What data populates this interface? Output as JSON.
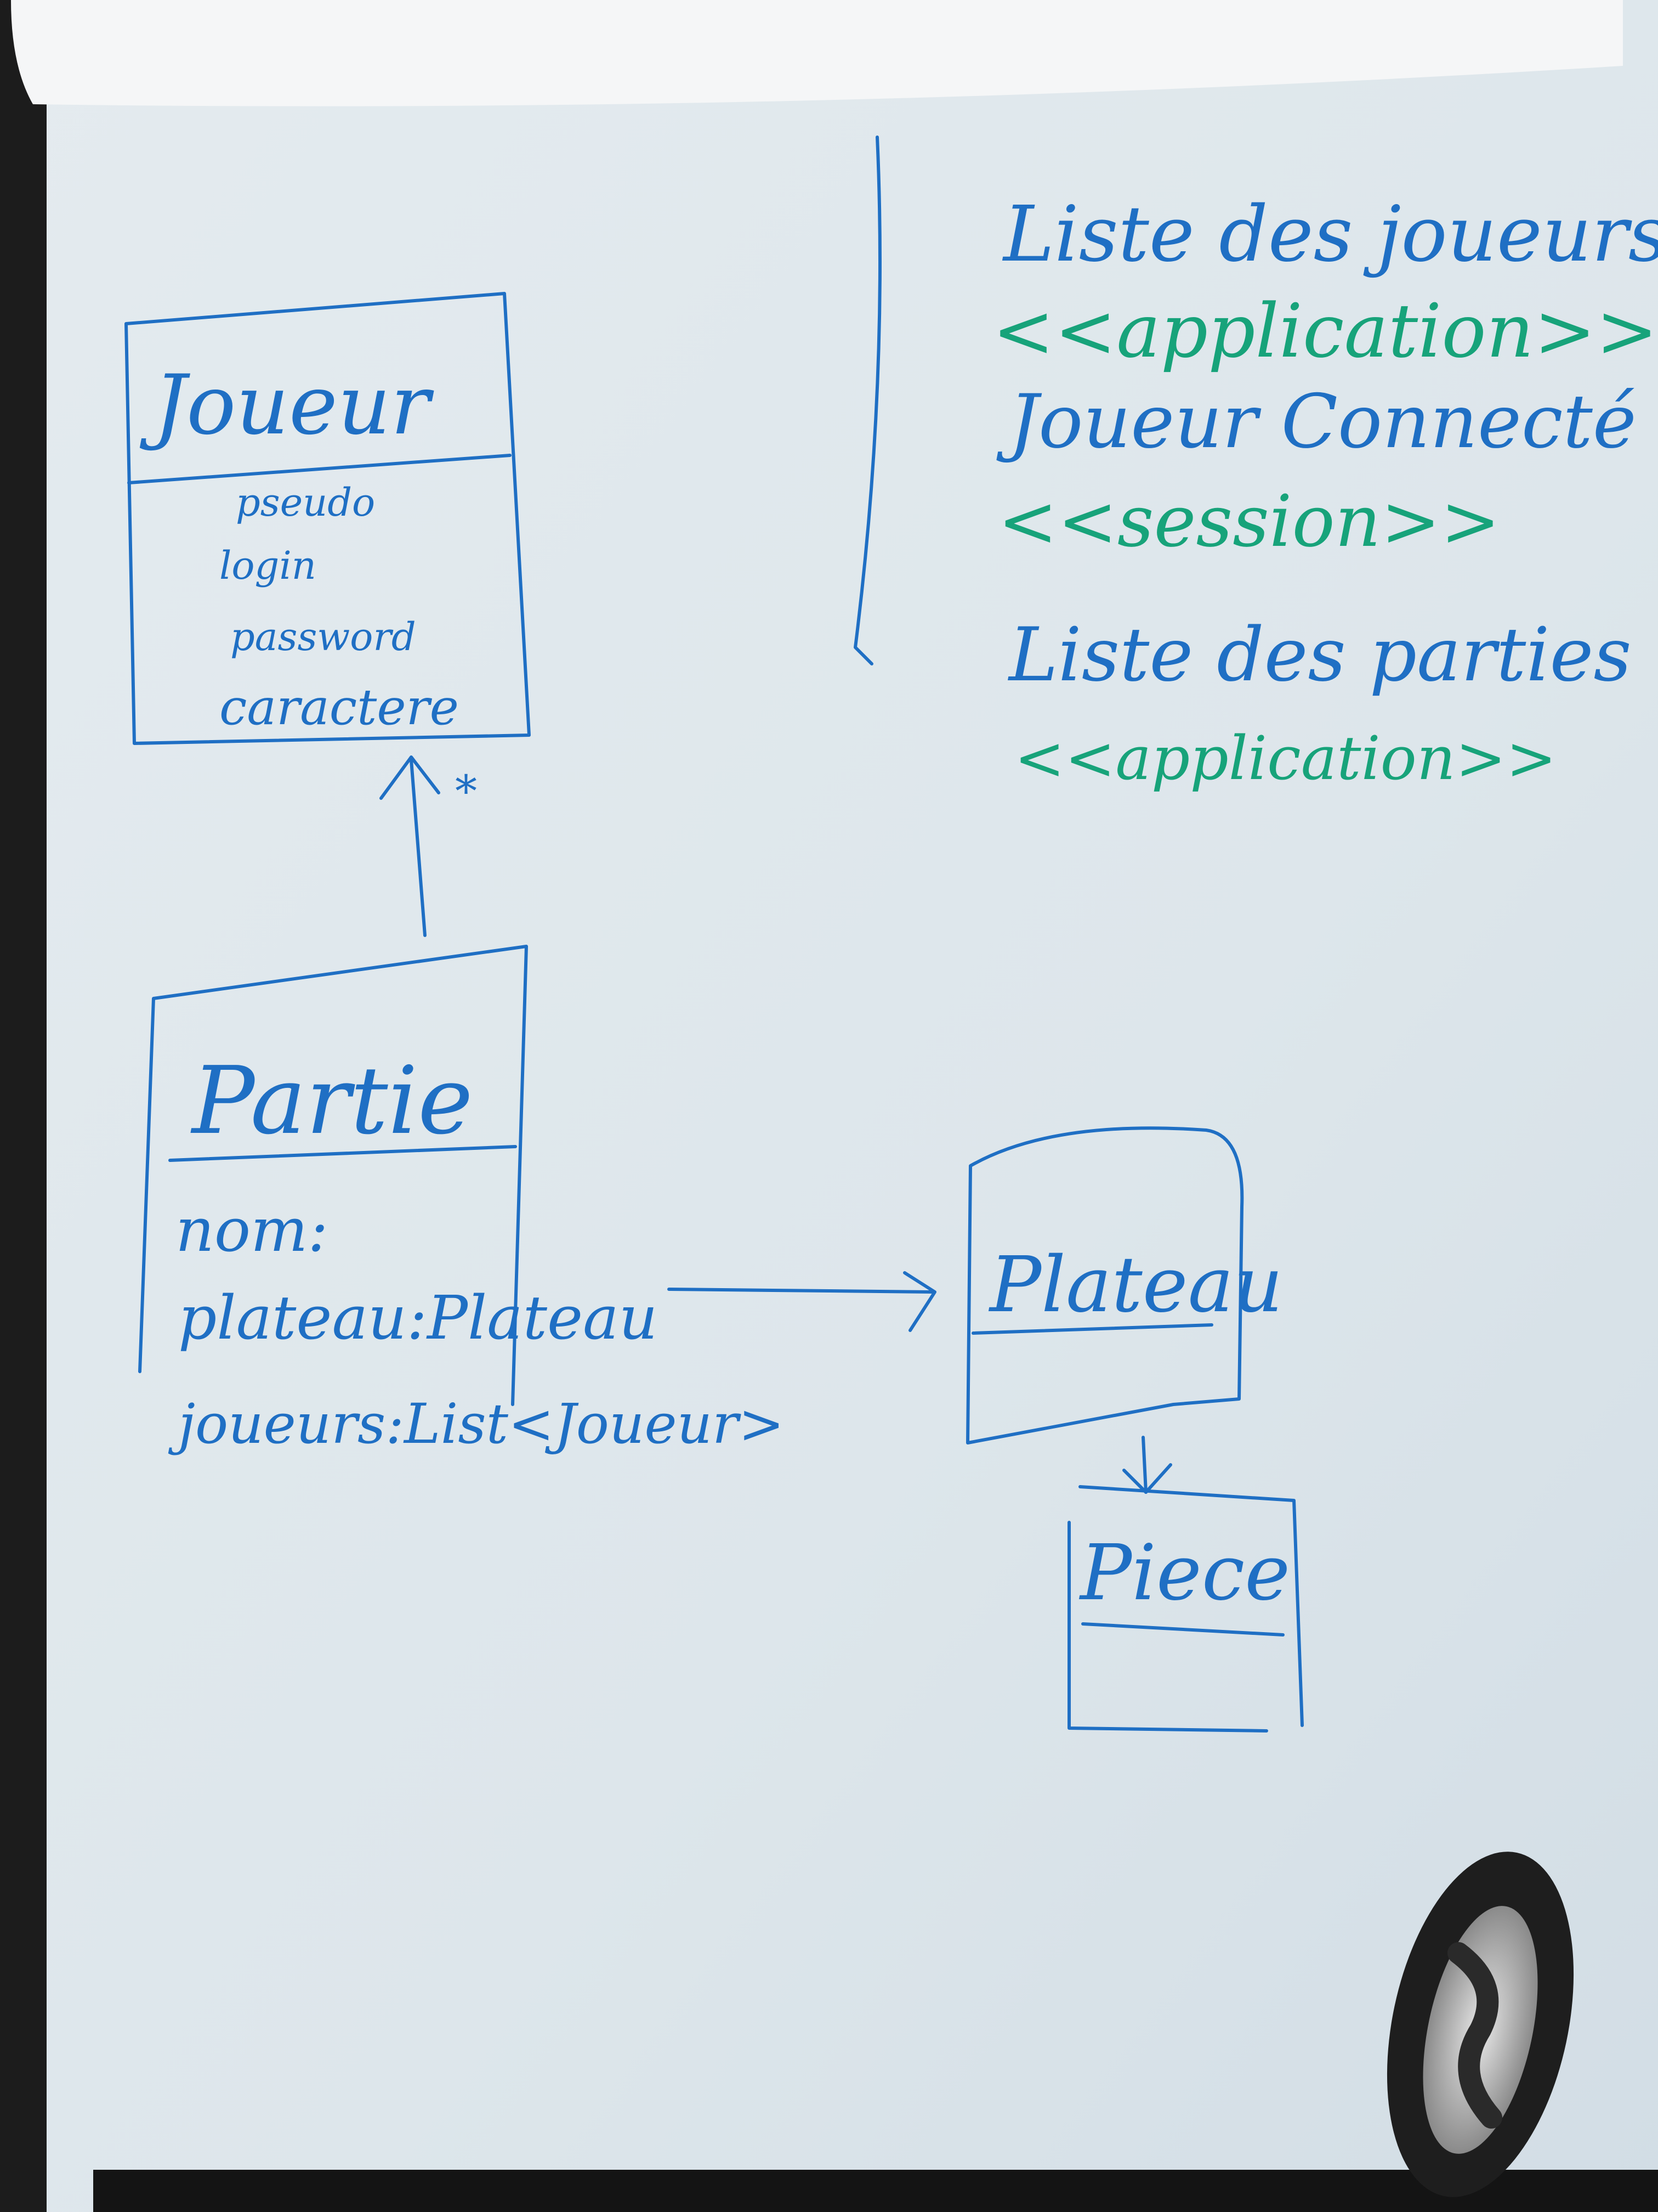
{
  "classes": {
    "joueur": {
      "name": "Joueur",
      "attributes": [
        "pseudo",
        "login",
        "password",
        "caractere"
      ]
    },
    "partie": {
      "name": "Partie",
      "attributes": [
        "nom:",
        "plateau:Plateau",
        "joueurs:List<Joueur>"
      ]
    },
    "plateau": {
      "name": "Plateau"
    },
    "piece": {
      "name": "Piece"
    }
  },
  "associations": {
    "partie_joueur_multiplicity": "*"
  },
  "notes": {
    "line1": "Liste des joueurs",
    "line2": "<<application>>",
    "line3": "Joueur Connecté",
    "line4": "<<session>>",
    "line5": "Liste des parties",
    "line6": "<<application>>"
  },
  "colors": {
    "ink_blue": "#1f6fc4",
    "ink_green": "#17a37a",
    "board": "#dfe7ec",
    "frame": "#1c1c1c",
    "paper": "#f5f6f7"
  }
}
